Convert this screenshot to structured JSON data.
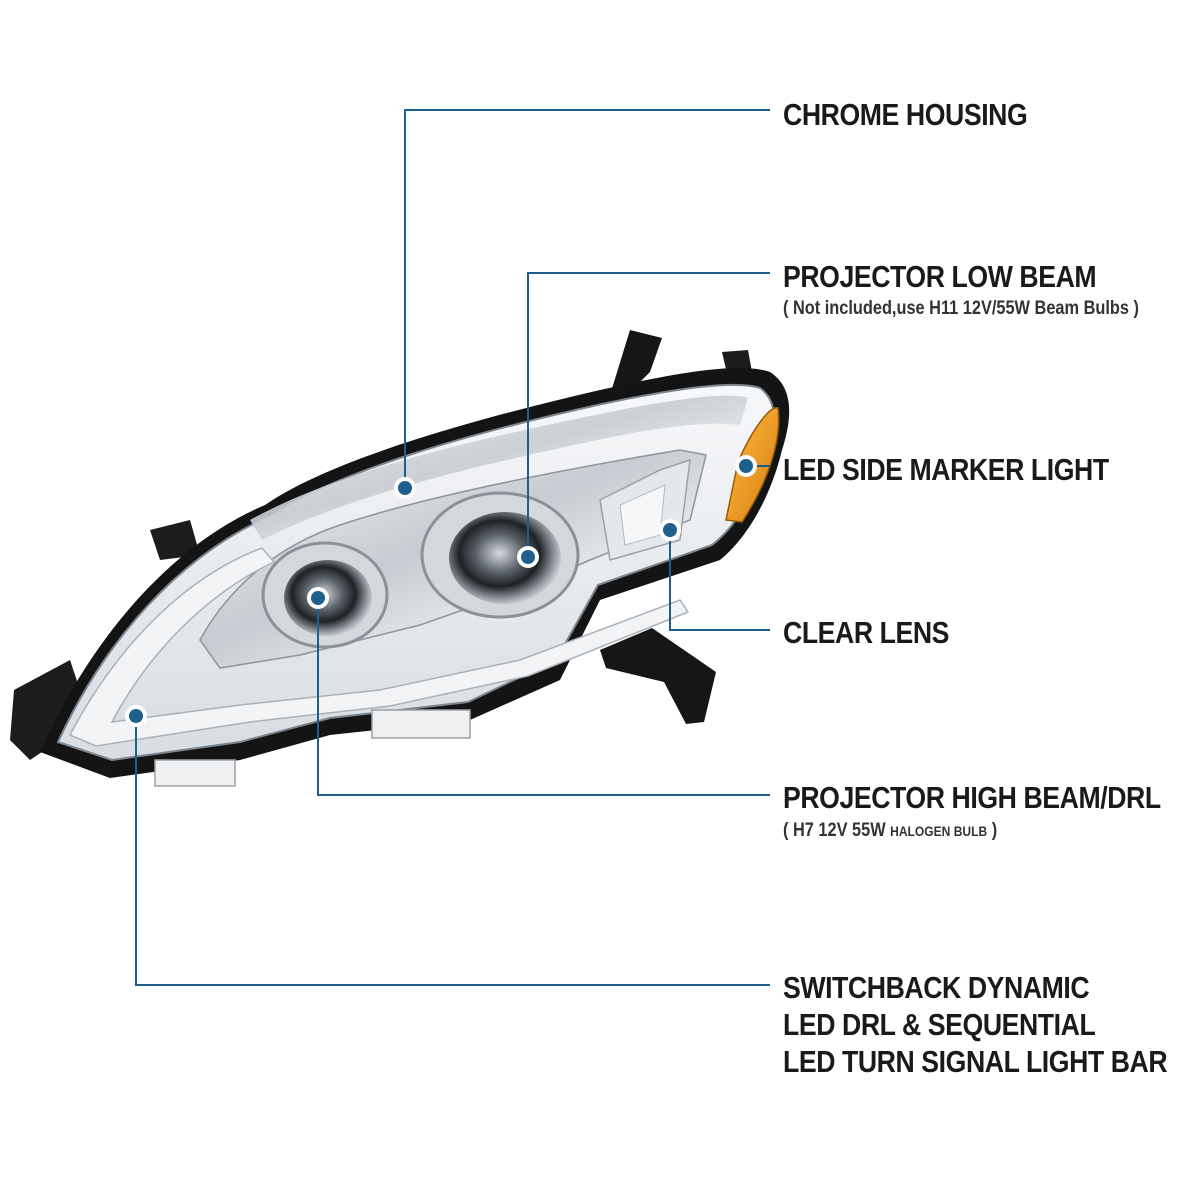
{
  "callouts": {
    "chrome_housing": {
      "title": "CHROME HOUSING"
    },
    "projector_low_beam": {
      "title": "PROJECTOR LOW BEAM",
      "note": "( Not included,use  H11 12V/55W Beam Bulbs )"
    },
    "led_side_marker": {
      "title": "LED SIDE MARKER LIGHT"
    },
    "clear_lens": {
      "title": "CLEAR LENS"
    },
    "projector_high_beam": {
      "title": "PROJECTOR HIGH BEAM/DRL",
      "note_prefix": "( H7  12V 55W ",
      "note_small": "HALOGEN BULB",
      "note_suffix": " )"
    },
    "switchback_drl": {
      "lines": [
        "SWITCHBACK DYNAMIC",
        "LED DRL & SEQUENTIAL",
        "LED TURN SIGNAL LIGHT BAR"
      ]
    }
  },
  "colors": {
    "leader_line": "#1f5f8b",
    "marker_dot": "#1f5f8b",
    "marker_ring": "#ffffff",
    "housing_black": "#141414",
    "chrome": "#c9ced3",
    "amber": "#f0a020"
  }
}
